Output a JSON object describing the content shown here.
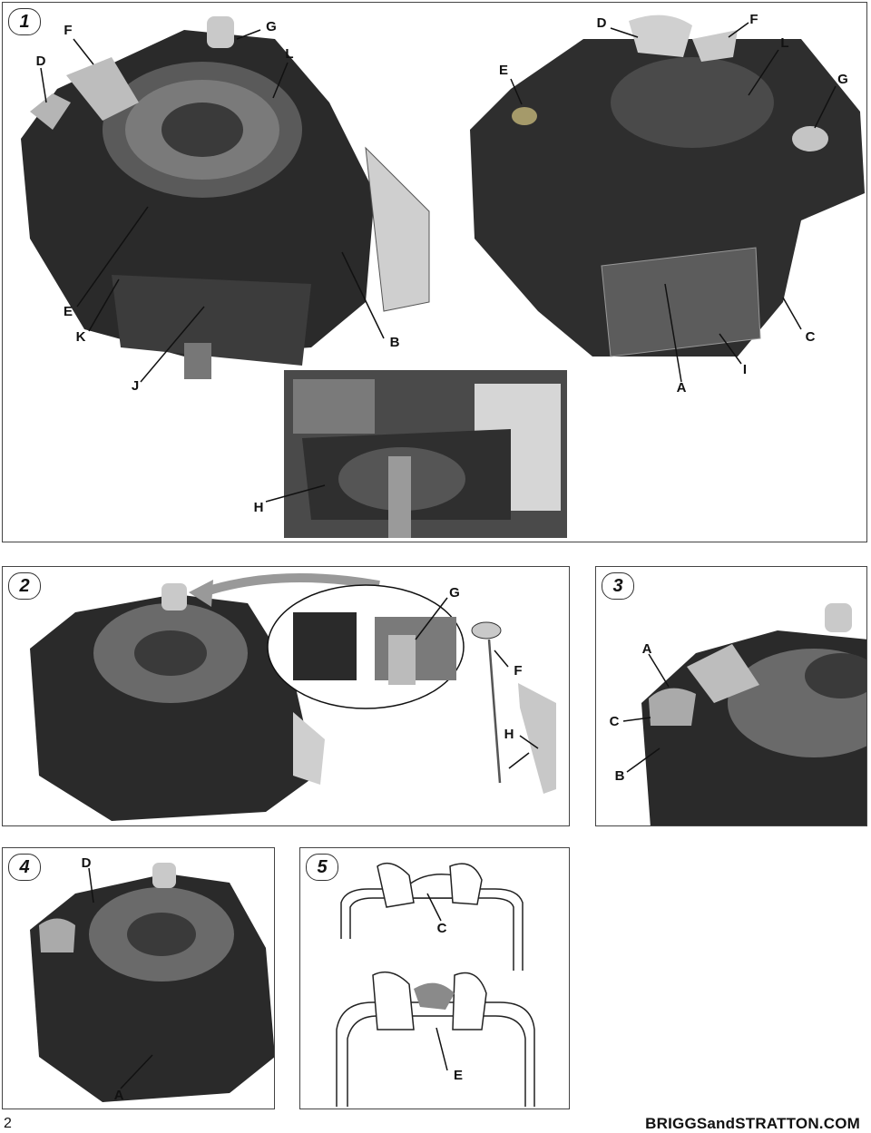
{
  "page": {
    "number": "2",
    "brand": "BRIGGSandSTRATTON.COM"
  },
  "figures": [
    {
      "id": "fig1",
      "number": "1",
      "callouts": [
        "D",
        "F",
        "G",
        "L",
        "E",
        "K",
        "J",
        "B",
        "D",
        "F",
        "L",
        "G",
        "E",
        "C",
        "I",
        "A",
        "H"
      ]
    },
    {
      "id": "fig2",
      "number": "2",
      "callouts": [
        "G",
        "F",
        "H"
      ]
    },
    {
      "id": "fig3",
      "number": "3",
      "callouts": [
        "A",
        "C",
        "B"
      ]
    },
    {
      "id": "fig4",
      "number": "4",
      "callouts": [
        "D",
        "A"
      ]
    },
    {
      "id": "fig5",
      "number": "5",
      "callouts": [
        "C",
        "E"
      ]
    }
  ],
  "colors": {
    "engine_dark": "#2a2a2a",
    "engine_mid": "#555555",
    "engine_light": "#9a9a9a",
    "frame": "#444444"
  }
}
